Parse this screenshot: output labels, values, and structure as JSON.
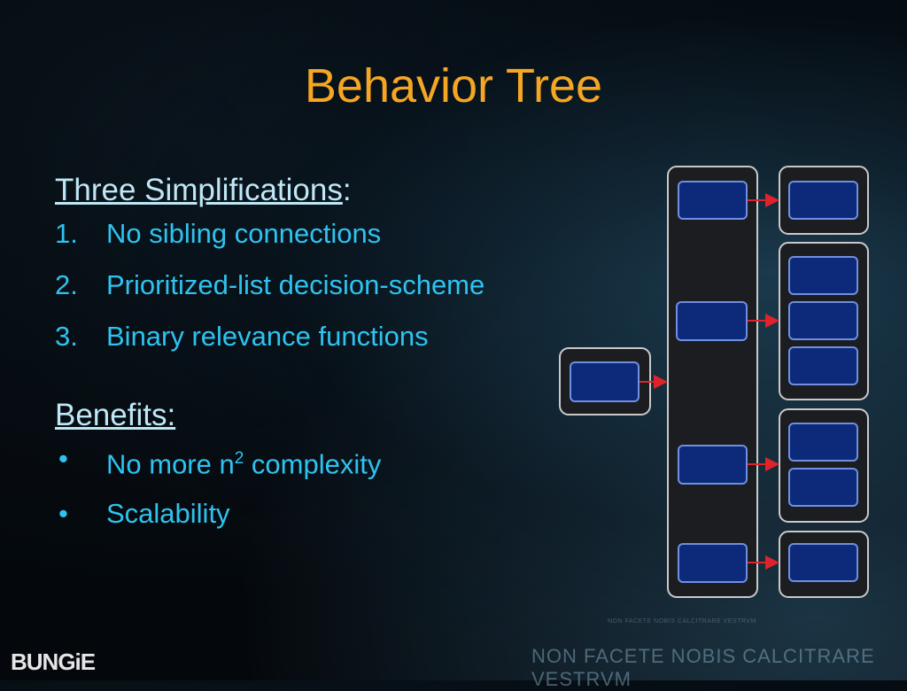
{
  "slide": {
    "title": "Behavior Tree",
    "simplifications": {
      "heading": "Three Simplifications",
      "heading_suffix": ":",
      "items": [
        {
          "marker": "1.",
          "text": "No sibling connections"
        },
        {
          "marker": "2.",
          "text": "Prioritized-list decision-scheme"
        },
        {
          "marker": "3.",
          "text": "Binary relevance functions"
        }
      ]
    },
    "benefits": {
      "heading": "Benefits:",
      "items": [
        {
          "marker": "•",
          "text_pre": "No more n",
          "sup": "2",
          "text_post": " complexity"
        },
        {
          "marker": "•",
          "text": "Scalability"
        }
      ]
    }
  },
  "colors": {
    "title": "#f5a623",
    "body_text": "#2ec3f0",
    "heading_text": "#bfe7f6",
    "container_fill": "#1b1d21",
    "container_stroke": "#c9c9c9",
    "node_fill": "#0d2a7a",
    "node_stroke": "#6f8fe0",
    "arrow": "#e0222a"
  },
  "footer": {
    "logo": "BUNGiE",
    "watermark": "NON FACETE NOBIS CALCITRARE VESTRVM",
    "watermark_small": "NON FACETE NOBIS CALCITRARE VESTRVM"
  }
}
